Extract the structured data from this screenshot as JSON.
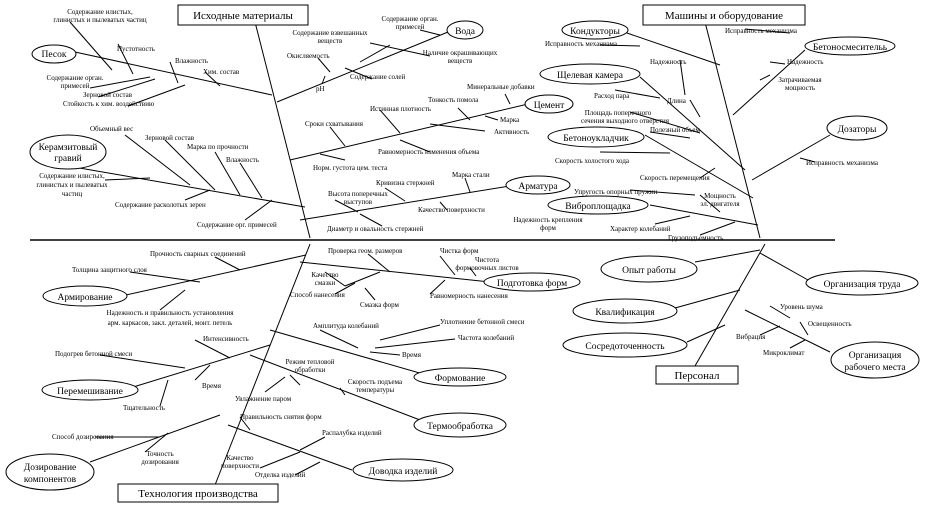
{
  "categories": {
    "materials": "Исходные материалы",
    "machines": "Машины и оборудование",
    "technology": "Технология производства",
    "personnel": "Персонал"
  },
  "causes": {
    "sand": {
      "name": "Песок",
      "factors": [
        "Содержание илистых, глинистых и пылеватых частиц",
        "Пустотность",
        "Влажность",
        "Хим. состав",
        "Содержание орган. примесей",
        "Зерновой состав",
        "Стойкость к хим. воздействию"
      ]
    },
    "water": {
      "name": "Вода",
      "factors": [
        "Содержание взвешанных веществ",
        "Содержание орган. примесей",
        "Окисляемость",
        "Наличие окрашивающих веществ",
        "Содержание солей",
        "pH"
      ]
    },
    "gravel": {
      "name": "Керамзитовый гравий",
      "factors": [
        "Объемный вес",
        "Зерновой состав",
        "Марка по прочности",
        "Влажность",
        "Содержание илистых, глинистых и пылеватых частиц",
        "Содержание расколотых зерен",
        "Содержание орг. примесей"
      ]
    },
    "cement": {
      "name": "Цемент",
      "factors": [
        "Тонкость помола",
        "Минеральные добавки",
        "Истинная плотность",
        "Сроки схватывания",
        "Марка",
        "Активность",
        "Равномерность изменения объема",
        "Норм. густота цем. теста"
      ]
    },
    "rebar": {
      "name": "Арматура",
      "factors": [
        "Марка стали",
        "Кривизна стержней",
        "Высота поперечных выступов",
        "Качество поверхности",
        "Диаметр и овальность стержней"
      ]
    },
    "conductors": {
      "name": "Кондукторы",
      "factors": [
        "Исправность механизма"
      ]
    },
    "mixer": {
      "name": "Бетоносмесительь",
      "factors": [
        "Исправность механизма",
        "Надежность",
        "Затрачиваемая мощность"
      ]
    },
    "slot": {
      "name": "Щелевая камера",
      "factors": [
        "Надежность",
        "Расход пара",
        "Длина",
        "Площадь поперечного сечения выходного отверстия"
      ]
    },
    "layer": {
      "name": "Бетоноукладчик",
      "factors": [
        "Полезный объем",
        "Скорость холостого хода",
        "Скорость перемещения"
      ]
    },
    "dispenser": {
      "name": "Дозаторы",
      "factors": [
        "Исправность механизма"
      ]
    },
    "vibro": {
      "name": "Виброплощадка",
      "factors": [
        "Упругость опорных пружин",
        "Мощность эл. двигателя",
        "Надежность крепления форм",
        "Характер колебаний",
        "Грузоподъемность"
      ]
    },
    "reinforcing": {
      "name": "Армирование",
      "factors": [
        "Прочность сварных соединений",
        "Толщина защитного слоя",
        "Надежность и правильность установления арм. каркасов, закл. деталей, монт. петель"
      ]
    },
    "formprep": {
      "name": "Подготовка форм",
      "factors": [
        "Проверка геом. размеров",
        "Чистка форм",
        "Чистота формовочных листов",
        "Качество смазки",
        "Способ нанесения",
        "Смазка форм",
        "Равномерность нанесения"
      ]
    },
    "mixing": {
      "name": "Перемешивание",
      "factors": [
        "Интенсивность",
        "Подогрев бетонной смеси",
        "Время",
        "Тщательность"
      ]
    },
    "molding": {
      "name": "Формование",
      "factors": [
        "Амплитуда колебаний",
        "Уплотнение бетонной смеси",
        "Частота колебаний",
        "Время"
      ]
    },
    "heat": {
      "name": "Термообработка",
      "factors": [
        "Режим тепловой обработки",
        "Скорость подъема температуры",
        "Увлажнение паром"
      ]
    },
    "dosing": {
      "name": "Дозирование компонентов",
      "factors": [
        "Способ дозирования",
        "Точность дозирования"
      ]
    },
    "finishing": {
      "name": "Доводка изделий",
      "factors": [
        "Правильность снятия форм",
        "Распалубка изделий",
        "Качество поверхности",
        "Отделка изделий"
      ]
    },
    "experience": {
      "name": "Опыт работы"
    },
    "labor": {
      "name": "Организация труда"
    },
    "qualification": {
      "name": "Квалификация"
    },
    "concentration": {
      "name": "Сосредоточенность"
    },
    "workplace": {
      "name": "Организация рабочего места",
      "factors": [
        "Уровень шума",
        "Освещенность",
        "Вибрация",
        "Микроклимат"
      ]
    }
  }
}
